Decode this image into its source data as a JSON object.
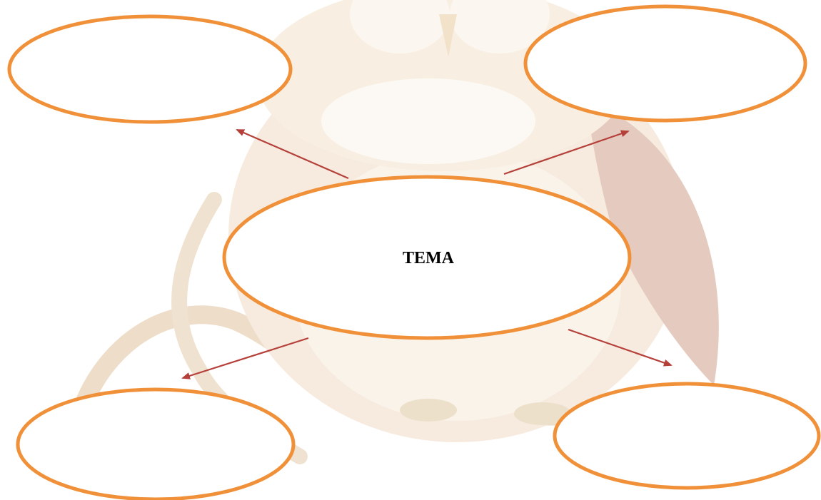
{
  "diagram": {
    "center": {
      "label": "TEMA"
    },
    "satellites": [
      {
        "id": "top-left",
        "label": ""
      },
      {
        "id": "top-right",
        "label": ""
      },
      {
        "id": "bottom-left",
        "label": ""
      },
      {
        "id": "bottom-right",
        "label": ""
      }
    ],
    "colors": {
      "ellipse_stroke": "#F0913A",
      "arrow": "#B5403A",
      "background": "#FFFFFF"
    },
    "background_image": "faded-owl-illustration"
  }
}
